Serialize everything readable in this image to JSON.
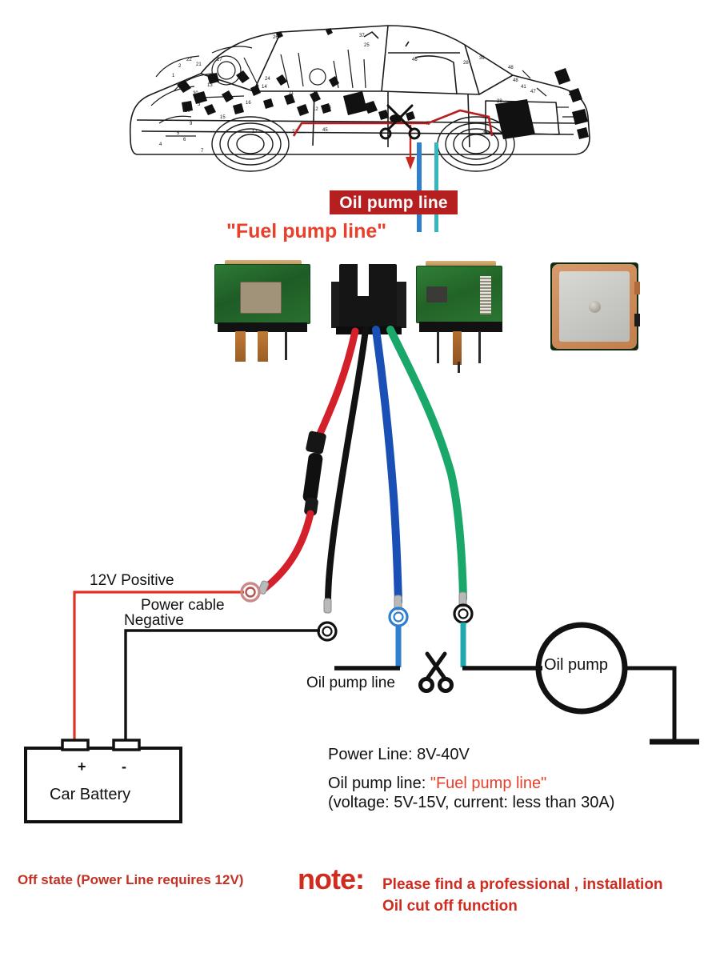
{
  "car_diagram": {
    "badge_label": "Oil pump line",
    "badge_color": "#b51f1f",
    "fuel_pump_label": "\"Fuel pump line\"",
    "fuel_pump_color": "#e8402a",
    "scissors_icon": "scissors-icon",
    "drop_line_blue_color": "#2f7fd1",
    "drop_line_teal_color": "#35b7bd"
  },
  "hardware": {
    "components": [
      {
        "name": "gps-tracker-pcb-front",
        "type": "green-pcb"
      },
      {
        "name": "relay-connector-body",
        "type": "black-relay"
      },
      {
        "name": "gps-tracker-pcb-back",
        "type": "green-pcb"
      },
      {
        "name": "gps-ceramic-antenna",
        "type": "patch-antenna"
      }
    ],
    "wires": [
      {
        "name": "red-power-wire",
        "color": "#d4202a"
      },
      {
        "name": "black-ground-wire",
        "color": "#111111"
      },
      {
        "name": "blue-oil-pump-wire",
        "color": "#1a4fb5"
      },
      {
        "name": "green-oil-pump-wire",
        "color": "#1aa86a"
      }
    ],
    "fuse_holder": "inline-fuse-holder"
  },
  "wiring_diagram": {
    "labels": {
      "positive": "12V Positive",
      "power_cable": "Power cable",
      "negative": "Negative",
      "oil_pump_line": "Oil pump line",
      "oil_pump": "Oil pump",
      "battery": "Car Battery",
      "battery_plus": "+",
      "battery_minus": "-"
    },
    "colors": {
      "positive_wire": "#e23124",
      "negative_wire": "#111111",
      "blue_wire": "#2f7fd1",
      "teal_wire": "#1fa8ad"
    },
    "scissors_icon": "scissors-icon",
    "ground_icon": "ground-symbol-icon"
  },
  "specs": {
    "power_line": "Power Line: 8V-40V",
    "oil_pump_line_prefix": "Oil pump line: ",
    "oil_pump_line_red": "\"Fuel pump line\"",
    "oil_pump_line_detail": "(voltage: 5V-15V, current: less than 30A)"
  },
  "footer": {
    "off_state": "Off state (Power Line requires 12V)",
    "note_word": "note:",
    "note_line1": "Please find a professional ,  installation",
    "note_line2": "Oil cut off function",
    "note_color": "#cf2b1f"
  }
}
